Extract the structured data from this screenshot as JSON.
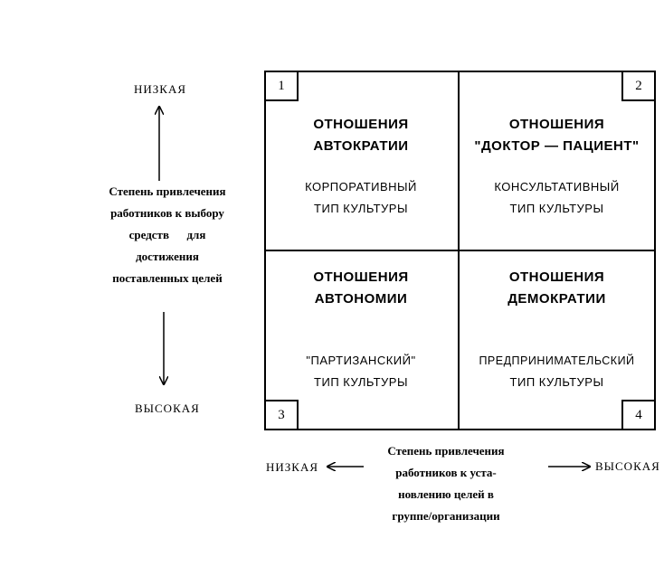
{
  "vertical_axis": {
    "top_label": "НИЗКАЯ",
    "bottom_label": "ВЫСОКАЯ",
    "description_lines": [
      "Степень привлечения",
      "работников к выбору",
      "средств      для",
      "достижения",
      "поставленных целей"
    ]
  },
  "horizontal_axis": {
    "left_label": "НИЗКАЯ",
    "right_label": "ВЫСОКАЯ",
    "description_lines": [
      "Степень привлечения",
      "работников к уста-",
      "новлению целей в",
      "группе/организации"
    ]
  },
  "quadrants": [
    {
      "number": "1",
      "relation": [
        "ОТНОШЕНИЯ",
        "АВТОКРАТИИ"
      ],
      "culture": [
        "КОРПОРАТИВНЫЙ",
        "ТИП КУЛЬТУРЫ"
      ]
    },
    {
      "number": "2",
      "relation": [
        "ОТНОШЕНИЯ",
        "\"ДОКТОР — ПАЦИЕНТ\""
      ],
      "culture": [
        "КОНСУЛЬТАТИВНЫЙ",
        "ТИП КУЛЬТУРЫ"
      ]
    },
    {
      "number": "3",
      "relation": [
        "ОТНОШЕНИЯ",
        "АВТОНОМИИ"
      ],
      "culture": [
        "\"ПАРТИЗАНСКИЙ\"",
        "ТИП КУЛЬТУРЫ"
      ]
    },
    {
      "number": "4",
      "relation": [
        "ОТНОШЕНИЯ",
        "ДЕМОКРАТИИ"
      ],
      "culture": [
        "ПРЕДПРИНИМАТЕЛЬСКИЙ",
        "ТИП КУЛЬТУРЫ"
      ]
    }
  ]
}
